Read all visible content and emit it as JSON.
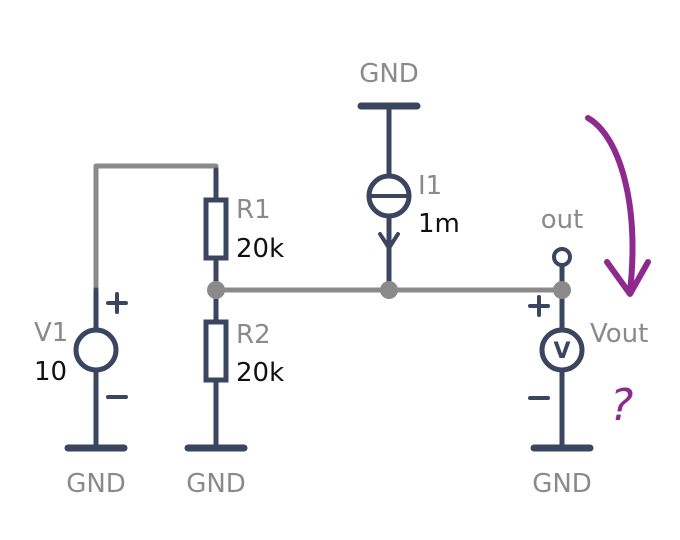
{
  "gnd_label": "GND",
  "v1": {
    "name": "V1",
    "value": "10"
  },
  "r1": {
    "name": "R1",
    "value": "20k"
  },
  "r2": {
    "name": "R2",
    "value": "20k"
  },
  "i1": {
    "name": "I1",
    "value": "1m"
  },
  "out_label": "out",
  "vout": {
    "name": "Vout",
    "meter_symbol": "V"
  },
  "question_mark": "?",
  "plus": "+",
  "minus": "-",
  "colors": {
    "component": "#3a4560",
    "wire": "#8a8a8a",
    "node": "#8a8a8a",
    "annotation": "#8e2a8e",
    "label_gray": "#8a8a8a",
    "label_dark": "#111111"
  }
}
